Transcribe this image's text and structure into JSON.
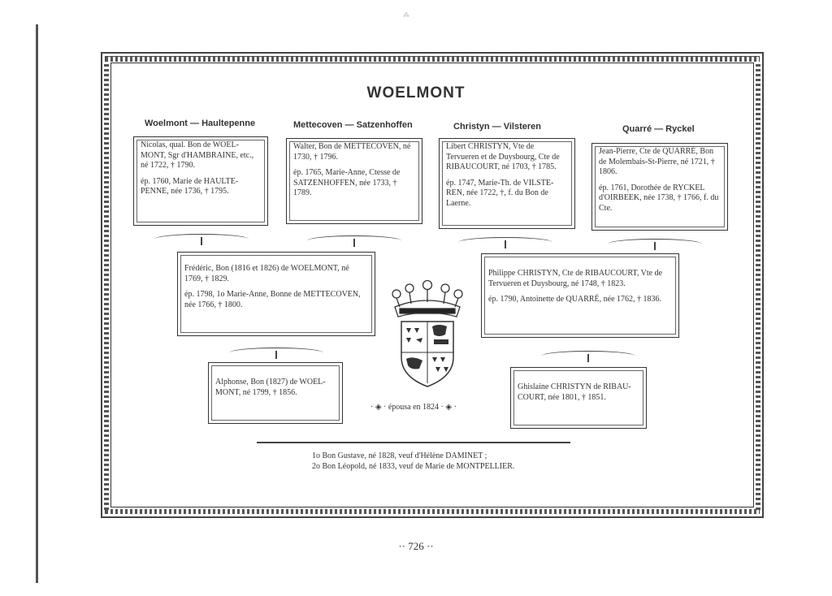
{
  "page": {
    "title": "WOELMONT",
    "page_number": "·· 726 ··",
    "married_label": "· ◈ · épousa en 1824 · ◈ ·"
  },
  "lineages": [
    {
      "header": "Woelmont — Haultepenne",
      "lines": [
        "Nicolas, qual. Bon de WOEL-MONT, Sgr d'HAMBRAINE, etc., né 1722, † 1790.",
        "ép. 1760, Marie de HAULTE-PENNE, née 1736, † 1795."
      ]
    },
    {
      "header": "Mettecoven — Satzenhoffen",
      "lines": [
        "Walter, Bon de METTECOVEN, né 1730, † 1796.",
        "ép. 1765, Marie-Anne, Ctesse de SATZENHOFFEN, née 1733, † 1789."
      ]
    },
    {
      "header": "Christyn — Vilsteren",
      "lines": [
        "Libert CHRISTYN, Vte de Tervueren et de Duysbourg, Cte de RIBAUCOURT, né 1703, † 1785.",
        "ép. 1747, Marie-Th. de VILSTE-REN, née 1722, †, f. du Bon de Laerne."
      ]
    },
    {
      "header": "Quarré — Ryckel",
      "lines": [
        "Jean-Pierre, Cte de QUARRÉ, Bon de Molembais-St-Pierre, né 1721, † 1806.",
        "ép. 1761, Dorothée de RYCKEL d'OIRBEEK, née 1738, † 1766, f. du Cte."
      ]
    }
  ],
  "second_generation": [
    {
      "lines": [
        "Frédéric, Bon (1816 et 1826) de WOELMONT, né 1769, † 1829.",
        "ép. 1798, 1o Marie-Anne, Bonne de METTECOVEN, née 1766, † 1800."
      ]
    },
    {
      "lines": [
        "Philippe CHRISTYN, Cte de RIBAUCOURT, Vte de Tervueren et Duysbourg, né 1748, † 1823.",
        "ép. 1790, Antoinette de QUARRÉ, née 1762, † 1836."
      ]
    }
  ],
  "third_generation": [
    {
      "lines": [
        "Alphonse, Bon (1827) de WOEL-MONT, né 1799, † 1856."
      ]
    },
    {
      "lines": [
        "Ghislaine CHRISTYN de RIBAU-COURT, née 1801, † 1851."
      ]
    }
  ],
  "notes": [
    "1o Bon Gustave, né 1828, veuf d'Hélène DAMINET ;",
    "2o Bon Léopold, né 1833, veuf de Marie de MONTPELLIER."
  ],
  "colors": {
    "ink": "#333333",
    "paper": "#ffffff"
  },
  "icons": [
    "coat-of-arms-icon",
    "crown-icon"
  ]
}
